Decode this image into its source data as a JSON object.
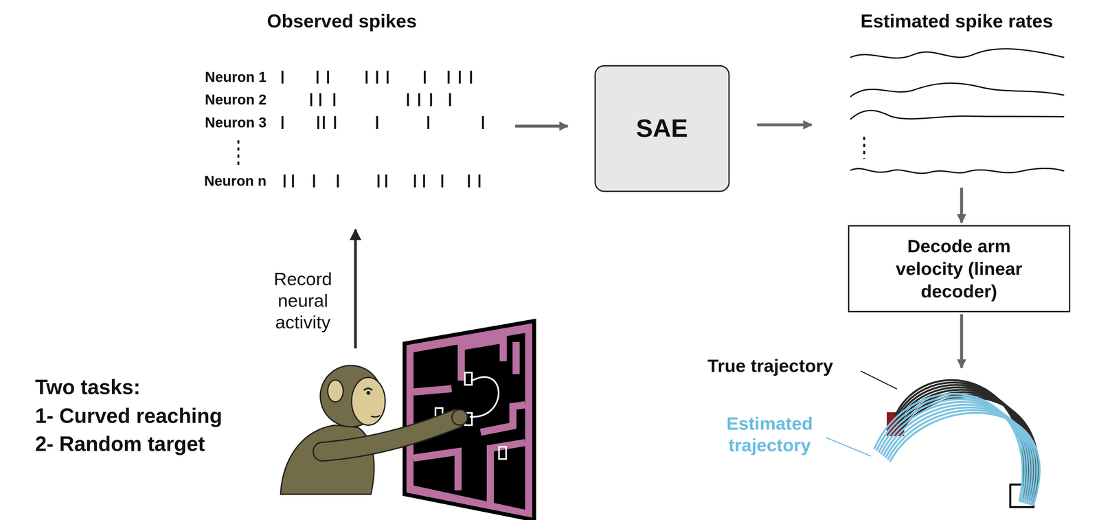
{
  "diagram": {
    "nodes": [
      {
        "text": [
          "SAE"
        ]
      },
      {
        "text": [
          "Decode arm velocity (linear decoder)"
        ]
      }
    ],
    "labels": [
      "Observed spikes",
      "Neuron 1",
      "Neuron 2",
      "Neuron 3",
      "Neuron n",
      "Estimated spike rates",
      "Record neural activity",
      "Two tasks:",
      "1- Curved reaching",
      "2- Random target",
      "True trajectory",
      "Estimated trajectory"
    ]
  }
}
